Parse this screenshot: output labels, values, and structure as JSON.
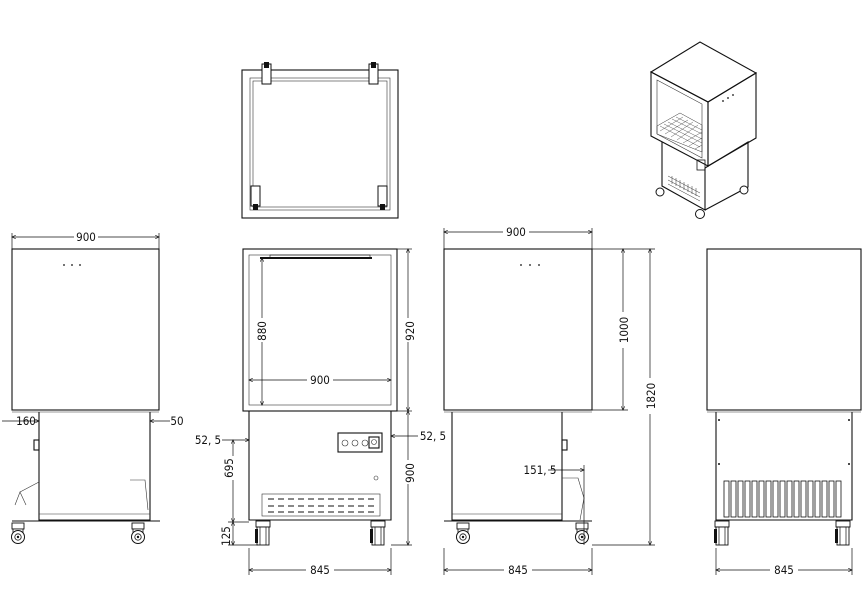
{
  "drawing": {
    "dimensions": {
      "front_width": "900",
      "front_side_left": "160",
      "front_side_right": "50",
      "inner_height": "880",
      "inner_width": "900",
      "cabinet_height_920": "920",
      "base_depth_left": "845",
      "offset_left": "52, 5",
      "offset_right": "52, 5",
      "base_height_695": "695",
      "base_height_900": "900",
      "wheel_height": "125",
      "side_width": "900",
      "side_upper_height": "1000",
      "total_height": "1820",
      "side_offset": "151, 5",
      "side_base_depth": "845",
      "rear_base_depth": "845"
    },
    "colors": {
      "line": "#111111",
      "background": "#ffffff"
    }
  }
}
